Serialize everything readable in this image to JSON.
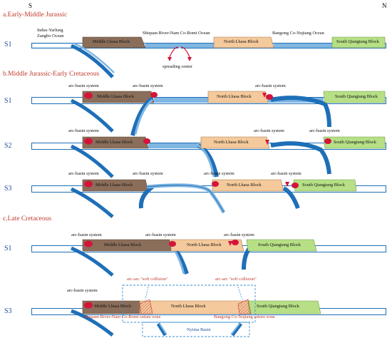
{
  "compass": {
    "south": "S",
    "north": "N"
  },
  "sections": {
    "a": "a.Early-Middle Jurassic",
    "b": "b.Middle Jurassic-Early Cretaceous",
    "c": "c.Late Cretaceous"
  },
  "stages": {
    "s1": "S1",
    "s2": "S2",
    "s3": "S3"
  },
  "blocks": {
    "middle_lhasa": "Middle Lhasa Block",
    "north_lhasa": "North Lhasa Block",
    "south_qiangtang": "South Qiangtang Block"
  },
  "oceans": {
    "indus_yarlung_1": "Indus-Yarlung",
    "indus_yarlung_2": "Zangbo Ocean",
    "shiquan": "Shiquan River-Nam Co-Bomi Ocean",
    "bangong": "Bangong Co-Nujiang Ocean"
  },
  "labels": {
    "spreading_center": "spreading center",
    "arc_basin": "arc-basin system",
    "soft_collision": "arc-arc \"soft collision\"",
    "shiquan_suture": "Shiquan River-Nam Co-Bomi suture zone",
    "bangong_suture": "Bangong Co-Nujiang suture zone",
    "nyima": "Nyima Basin"
  },
  "colors": {
    "middle_lhasa": "#8b6e5a",
    "north_lhasa": "#f4c99b",
    "south_qiangtang": "#b6df86",
    "oceanic_crust": "#7fb6e2",
    "slab": "#1e6fb8",
    "magma": "#d4143a",
    "section_title": "#c0392b",
    "stage_label": "#1f4e9c"
  }
}
